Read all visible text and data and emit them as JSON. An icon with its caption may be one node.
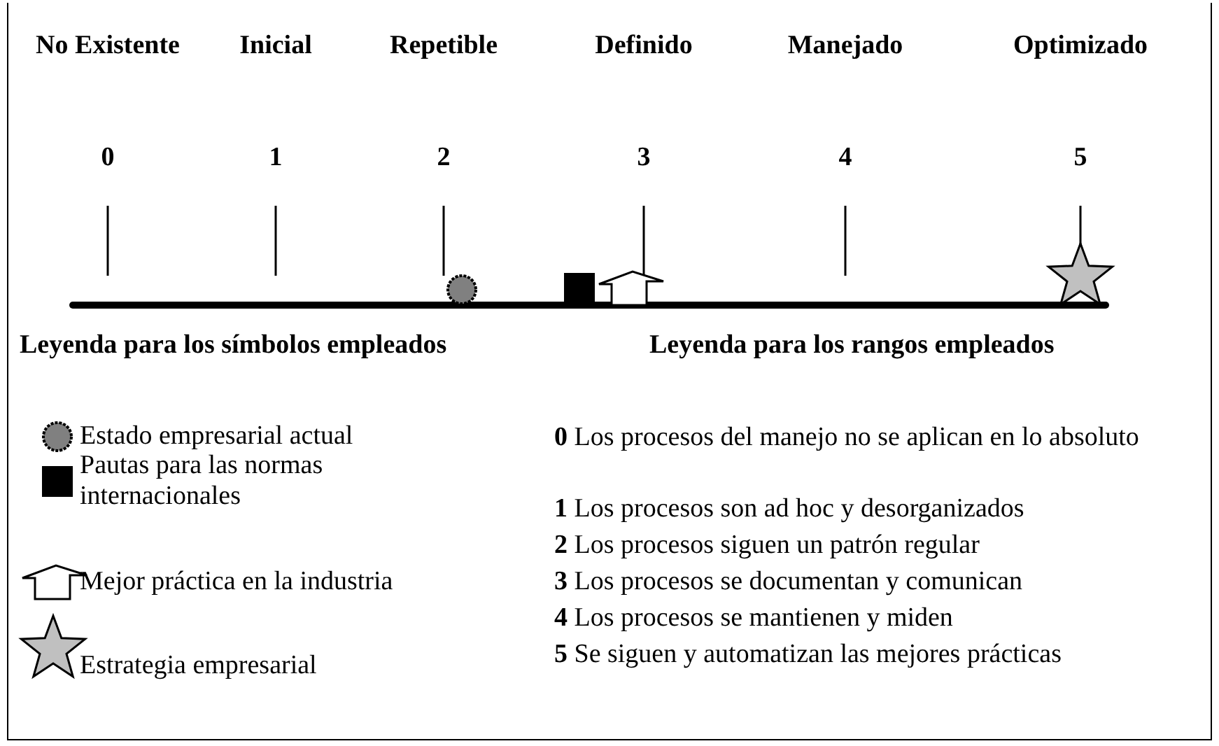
{
  "diagram": {
    "labels": [
      "No Existente",
      "Inicial",
      "Repetible",
      "Definido",
      "Manejado",
      "Optimizado",
      "0",
      "1",
      "2",
      "3",
      "4",
      "5",
      "Leyenda para los símbolos empleados",
      "Leyenda para los rangos empleados",
      "**0** Los procesos del manejo no se aplican en lo absoluto",
      "**1** Los procesos son ad hoc y desorganizados",
      "**2** Los procesos siguen un patrón regular",
      "**3** Los procesos se documentan y comunican",
      "**4** Los procesos se mantienen y miden",
      "**5** Se siguen y automatizan las mejores prácticas"
    ],
    "legend": [
      {
        "text": "Estado empresarial actual"
      },
      {
        "text": "Pautas para las normas internacionales"
      },
      {
        "text": "Mejor práctica en la industria"
      },
      {
        "text": "Estrategia empresarial"
      }
    ]
  }
}
